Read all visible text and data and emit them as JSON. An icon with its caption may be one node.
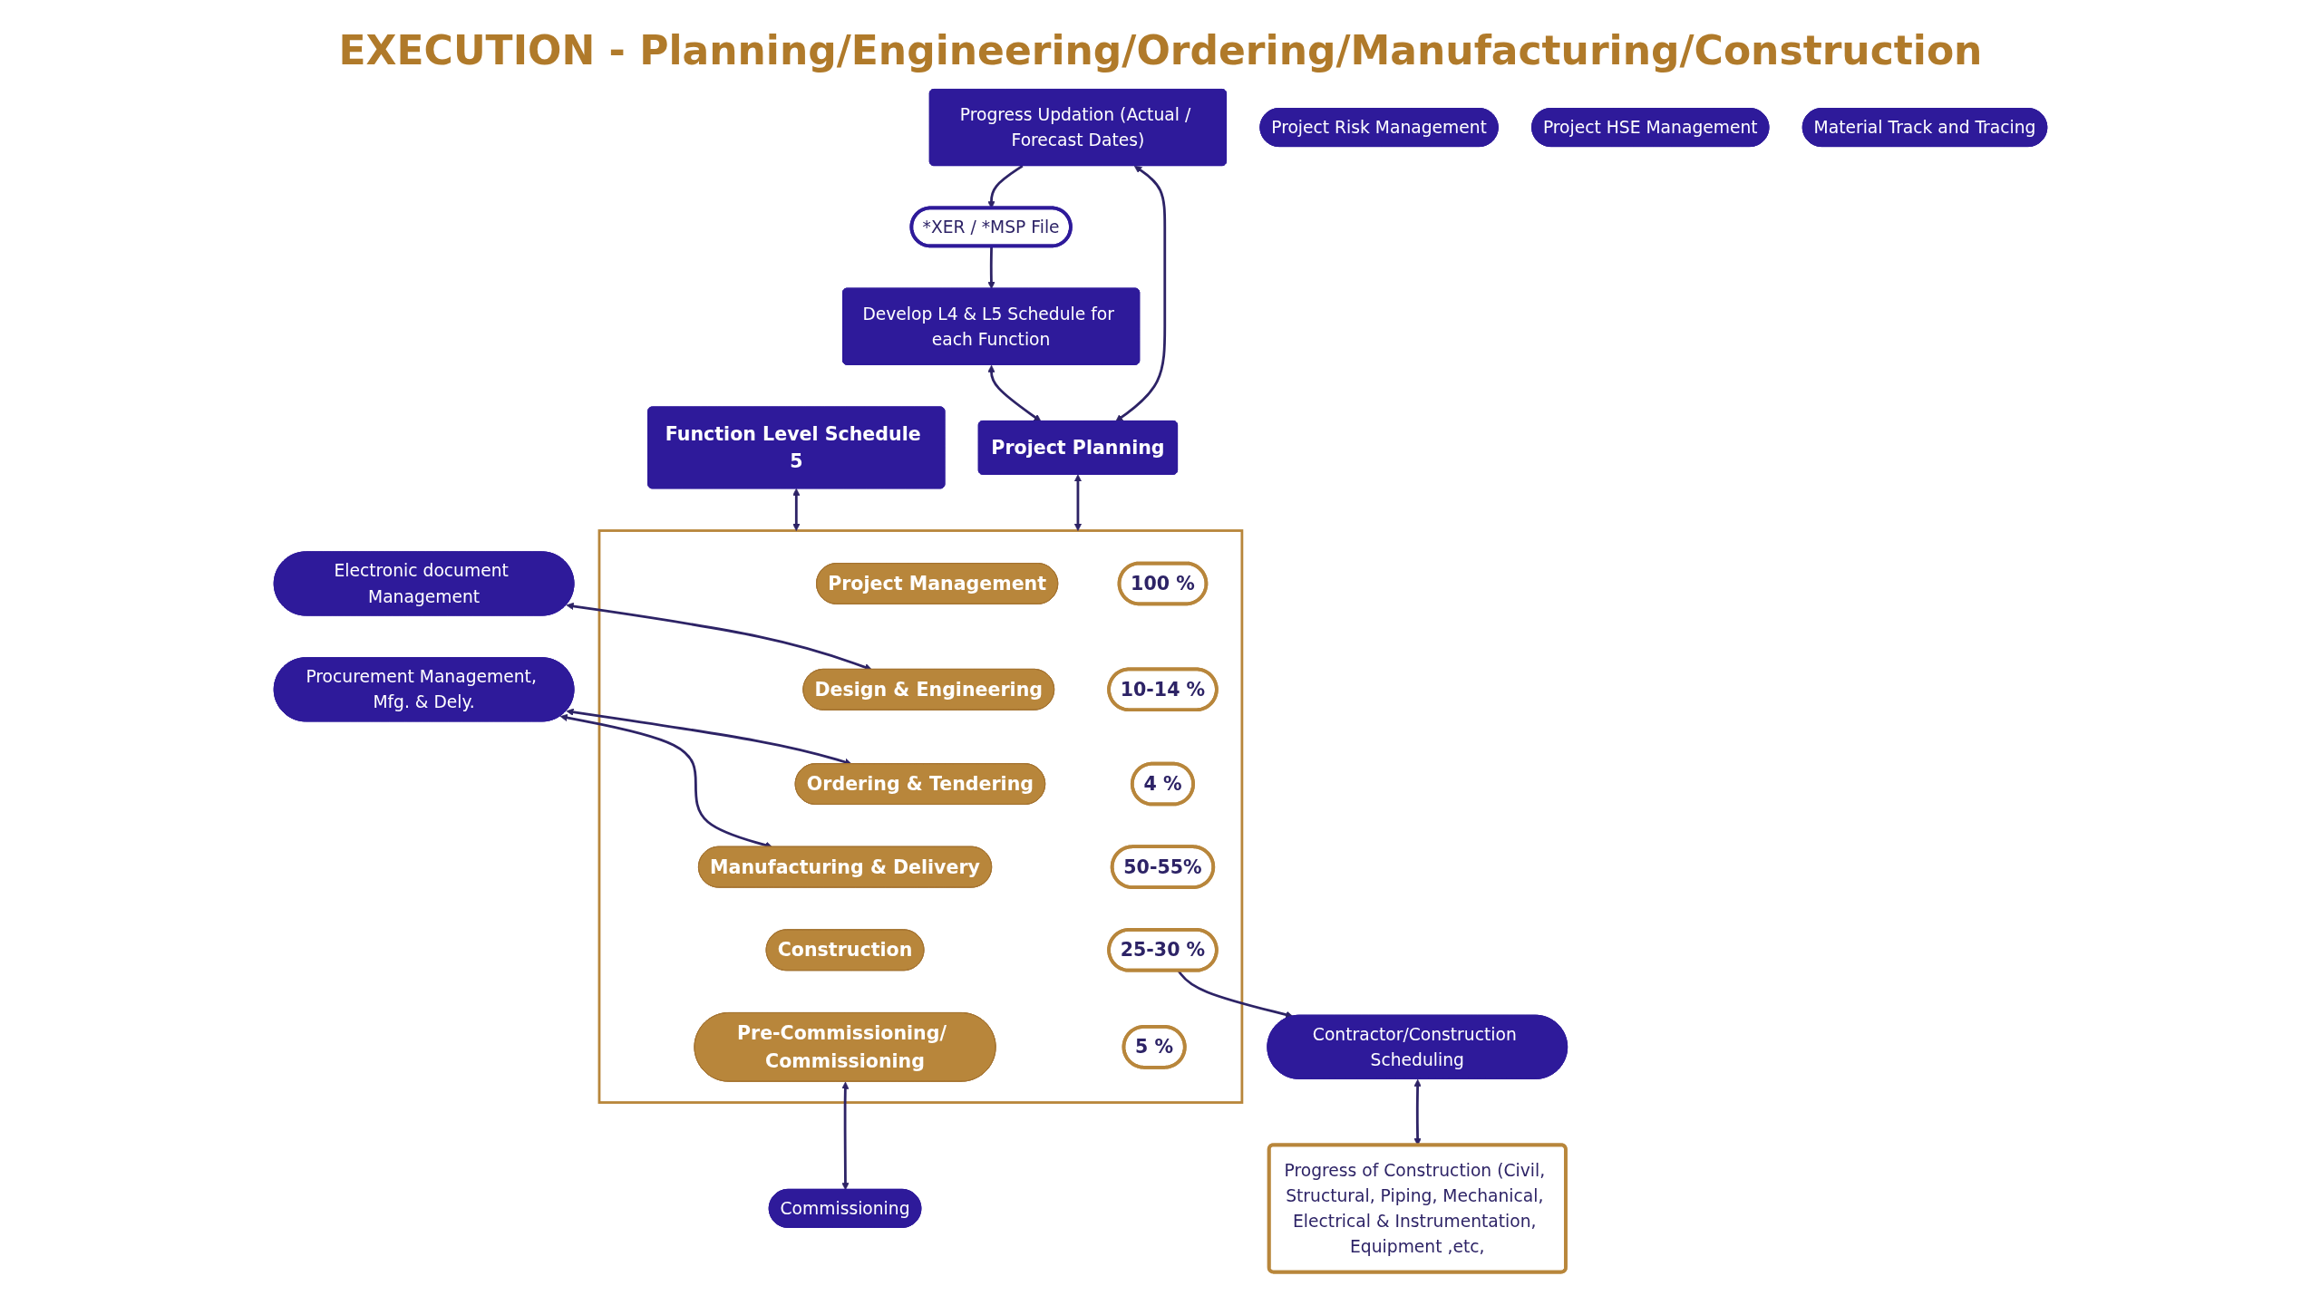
{
  "diagram": {
    "title": "EXECUTION - Planning/Engineering/Ordering/Manufacturing/Construction",
    "nodes": [
      {
        "text": [
          "*XER / *MSP File"
        ]
      },
      {
        "text": [
          "Progress Updation (Actual / Forecast Dates)"
        ]
      },
      {
        "text": [
          "Develop L4 & L5 Schedule for each Function"
        ]
      },
      {
        "text": [
          "Project Planning"
        ]
      },
      {
        "text": [
          "Project Risk Management"
        ]
      },
      {
        "text": [
          "Project HSE Management"
        ]
      },
      {
        "text": [
          "Material Track and Tracing"
        ]
      },
      {
        "text": [],
        "shape": "box"
      },
      {
        "text": [
          "Function Level Schedule 5"
        ]
      },
      {
        "text": [
          "Project Management"
        ],
        "in": 7
      },
      {
        "text": [
          "100 %"
        ],
        "in": 7
      },
      {
        "text": [
          "Design & Engineering"
        ],
        "in": 7
      },
      {
        "text": [
          "10-14 %"
        ],
        "in": 7
      },
      {
        "text": [
          "Ordering & Tendering"
        ],
        "in": 7
      },
      {
        "text": [
          "4 %"
        ],
        "in": 7
      },
      {
        "text": [
          "Manufacturing & Delivery"
        ],
        "in": 7
      },
      {
        "text": [
          "50-55%"
        ],
        "in": 7
      },
      {
        "text": [
          "Construction"
        ],
        "in": 7
      },
      {
        "text": [
          "25-30 %"
        ],
        "in": 7
      },
      {
        "text": [
          "Pre-Commissioning/ Commissioning"
        ],
        "in": 7
      },
      {
        "text": [
          "5 %"
        ],
        "in": 7
      },
      {
        "text": [
          "Contractor/Construction Scheduling"
        ]
      },
      {
        "text": [
          "Progress of Construction (Civil, Structural, Piping, Mechanical, Electrical & Instrumentation, Equipment ,etc,"
        ]
      },
      {
        "text": [
          "Electronic document Management"
        ]
      },
      {
        "text": [
          "Procurement Management, Mfg. & Dely."
        ]
      },
      {
        "text": [
          "Commissioning"
        ]
      }
    ],
    "edges": [
      {
        "from": 1,
        "to": 0,
        "arrow": "to"
      },
      {
        "from": 0,
        "to": 2,
        "arrow": "to"
      },
      {
        "from": 1,
        "to": 3,
        "arrow": "both"
      },
      {
        "from": 2,
        "to": 3,
        "arrow": "both"
      },
      {
        "from": 3,
        "to": 7,
        "arrow": "both"
      },
      {
        "from": 8,
        "to": 7,
        "arrow": "both"
      },
      {
        "from": 23,
        "to": 11,
        "arrow": "both"
      },
      {
        "from": 24,
        "to": 15,
        "arrow": "both"
      },
      {
        "from": 24,
        "to": 13,
        "arrow": "both"
      },
      {
        "from": 18,
        "to": 21,
        "arrow": "to"
      },
      {
        "from": 21,
        "to": 22,
        "arrow": "both"
      },
      {
        "from": 19,
        "to": 25,
        "arrow": "both"
      }
    ]
  }
}
